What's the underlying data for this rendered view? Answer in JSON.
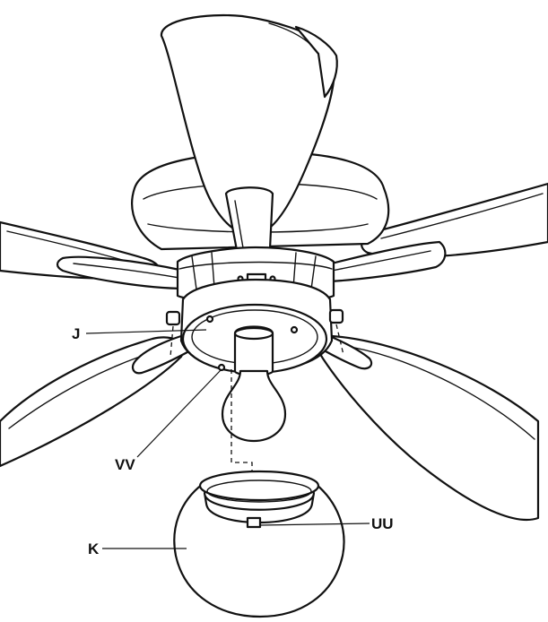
{
  "labels": {
    "j": "J",
    "vv": "VV",
    "k": "K",
    "uu": "UU"
  }
}
